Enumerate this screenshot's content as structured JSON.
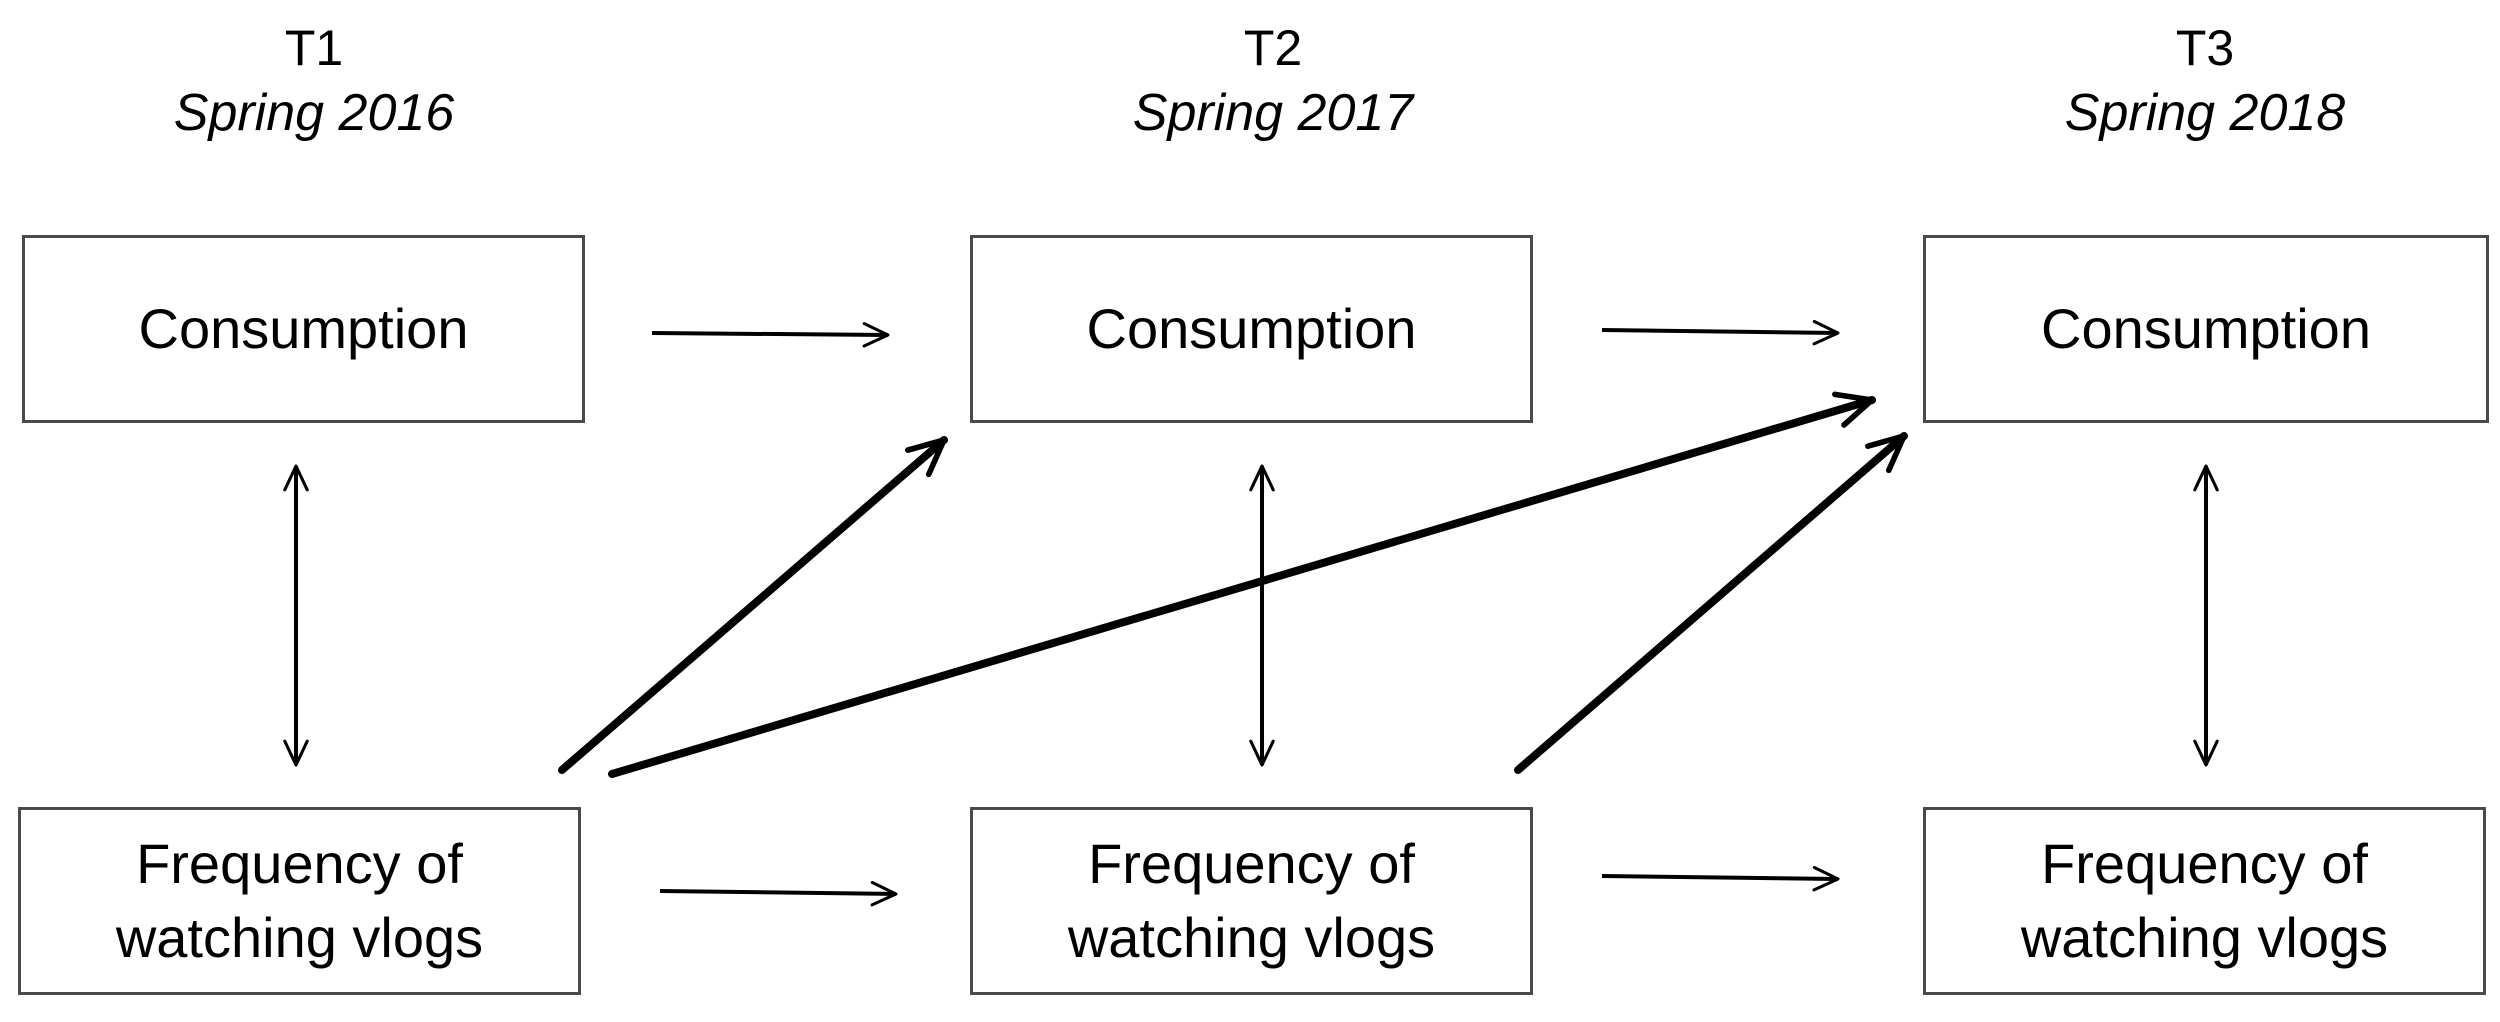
{
  "waves": [
    {
      "label": "T1",
      "date": "Spring 2016"
    },
    {
      "label": "T2",
      "date": "Spring 2017"
    },
    {
      "label": "T3",
      "date": "Spring 2018"
    }
  ],
  "boxes": {
    "consumption_label": "Consumption",
    "vlogs_line1": "Frequency of",
    "vlogs_line2": "watching vlogs"
  }
}
